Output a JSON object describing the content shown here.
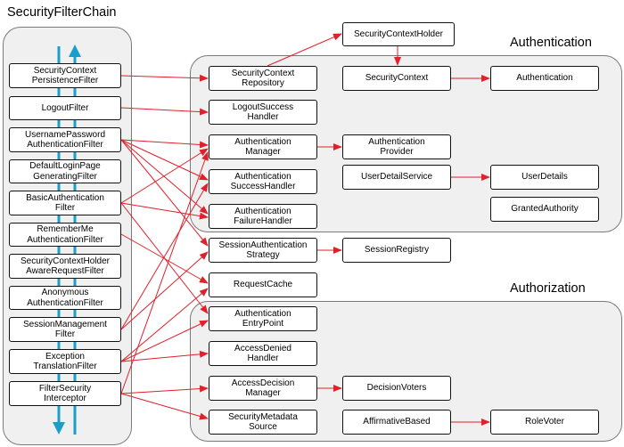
{
  "titles": {
    "filter_chain": "SecurityFilterChain",
    "authentication": "Authentication",
    "authorization": "Authorization"
  },
  "filters": [
    "SecurityContext\nPersistenceFilter",
    "LogoutFilter",
    "UsernamePassword\nAuthenticationFilter",
    "DefaultLoginPage\nGeneratingFilter",
    "BasicAuthentication\nFilter",
    "RememberMe\nAuthenticationFilter",
    "SecurityContextHolder\nAwareRequestFilter",
    "Anonymous\nAuthenticationFilter",
    "SessionManagement\nFilter",
    "Exception\nTranslationFilter",
    "FilterSecurity\nInterceptor"
  ],
  "components": {
    "security_context_holder": "SecurityContextHolder",
    "security_context_repository": "SecurityContext\nRepository",
    "security_context": "SecurityContext",
    "authentication_object": "Authentication",
    "logout_success_handler": "LogoutSuccess\nHandler",
    "authentication_manager": "Authentication\nManager",
    "authentication_provider": "Authentication\nProvider",
    "user_detail_service": "UserDetailService",
    "user_details": "UserDetails",
    "authentication_success_handler": "Authentication\nSuccessHandler",
    "authentication_failure_handler": "Authentication\nFailureHandler",
    "granted_authority": "GrantedAuthority",
    "session_authentication_strategy": "SessionAuthentication\nStrategy",
    "session_registry": "SessionRegistry",
    "request_cache": "RequestCache",
    "authentication_entry_point": "Authentication\nEntryPoint",
    "access_denied_handler": "AccessDenied\nHandler",
    "access_decision_manager": "AccessDecision\nManager",
    "decision_voters": "DecisionVoters",
    "security_metadata_source": "SecurityMetadata\nSource",
    "affirmative_based": "AffirmativeBased",
    "role_voter": "RoleVoter"
  },
  "colors": {
    "arrow": "#e0202a",
    "flow_arrow": "#1aa0c8",
    "panel": "#f0f0f0"
  }
}
